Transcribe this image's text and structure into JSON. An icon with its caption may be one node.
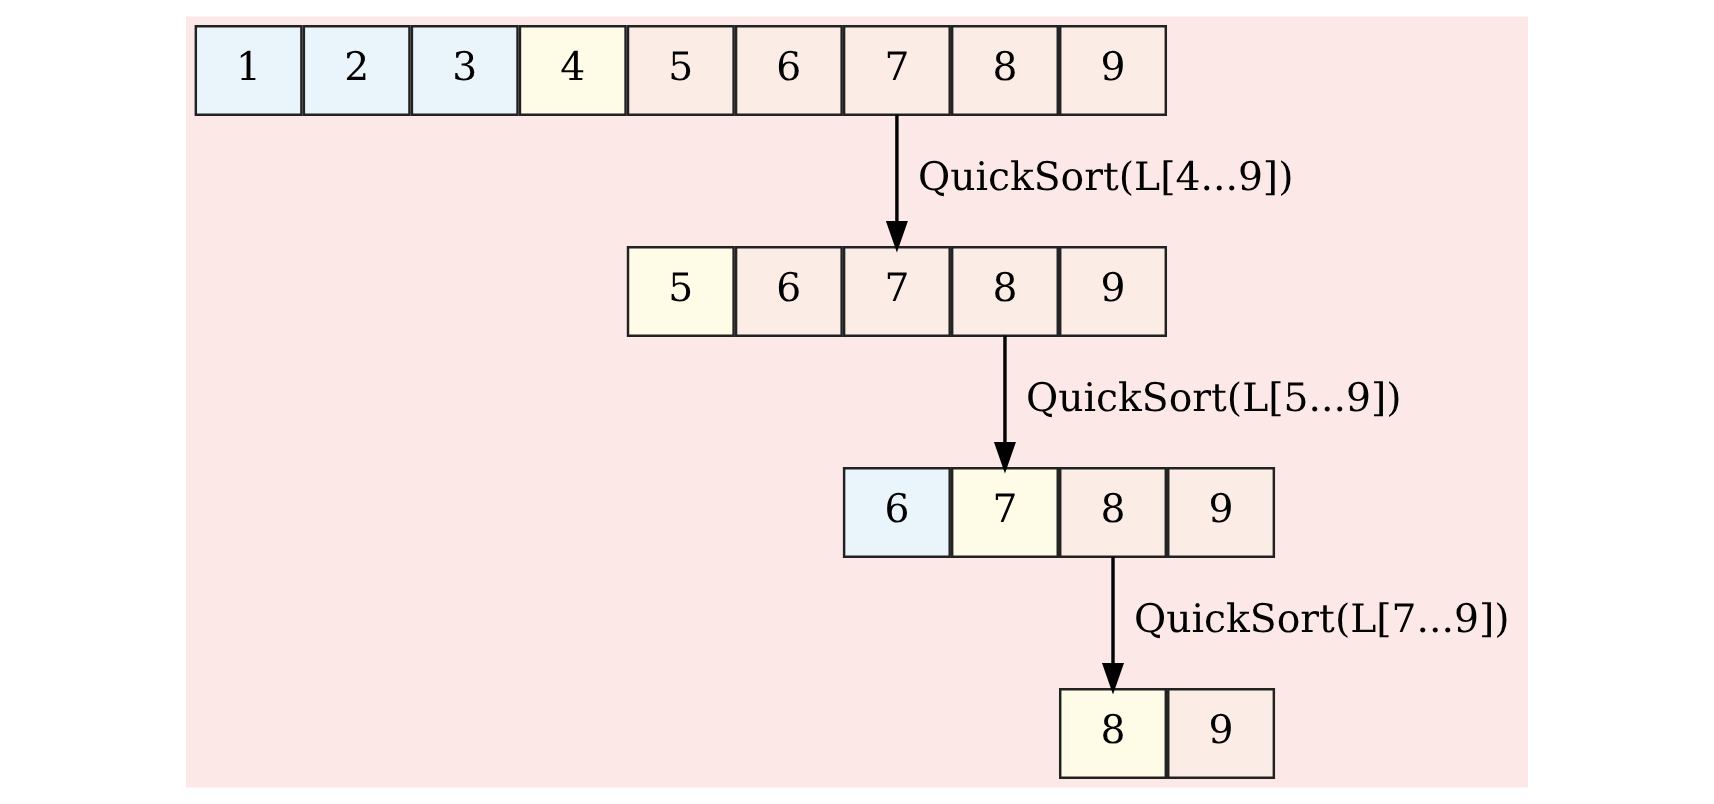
{
  "diagram": {
    "nodes": [
      {
        "text": [
          "1"
        ]
      },
      {
        "text": [
          "2"
        ]
      },
      {
        "text": [
          "3"
        ]
      },
      {
        "text": [
          "4"
        ]
      },
      {
        "text": [
          "5"
        ]
      },
      {
        "text": [
          "6"
        ]
      },
      {
        "text": [
          "7"
        ]
      },
      {
        "text": [
          "8"
        ]
      },
      {
        "text": [
          "9"
        ]
      },
      {
        "text": [
          "5"
        ]
      },
      {
        "text": [
          "6"
        ]
      },
      {
        "text": [
          "7"
        ]
      },
      {
        "text": [
          "8"
        ]
      },
      {
        "text": [
          "9"
        ]
      },
      {
        "text": [
          "6"
        ]
      },
      {
        "text": [
          "7"
        ]
      },
      {
        "text": [
          "8"
        ]
      },
      {
        "text": [
          "9"
        ]
      },
      {
        "text": [
          "8"
        ]
      },
      {
        "text": [
          "9"
        ]
      }
    ],
    "edges": [
      {
        "from": 6,
        "to": 11,
        "arrow": "to",
        "label": "QuickSort(L[4...9])"
      },
      {
        "from": 12,
        "to": 15,
        "arrow": "to",
        "label": "QuickSort(L[5...9])"
      },
      {
        "from": 16,
        "to": 18,
        "arrow": "to",
        "label": "QuickSort(L[7...9])"
      }
    ]
  }
}
